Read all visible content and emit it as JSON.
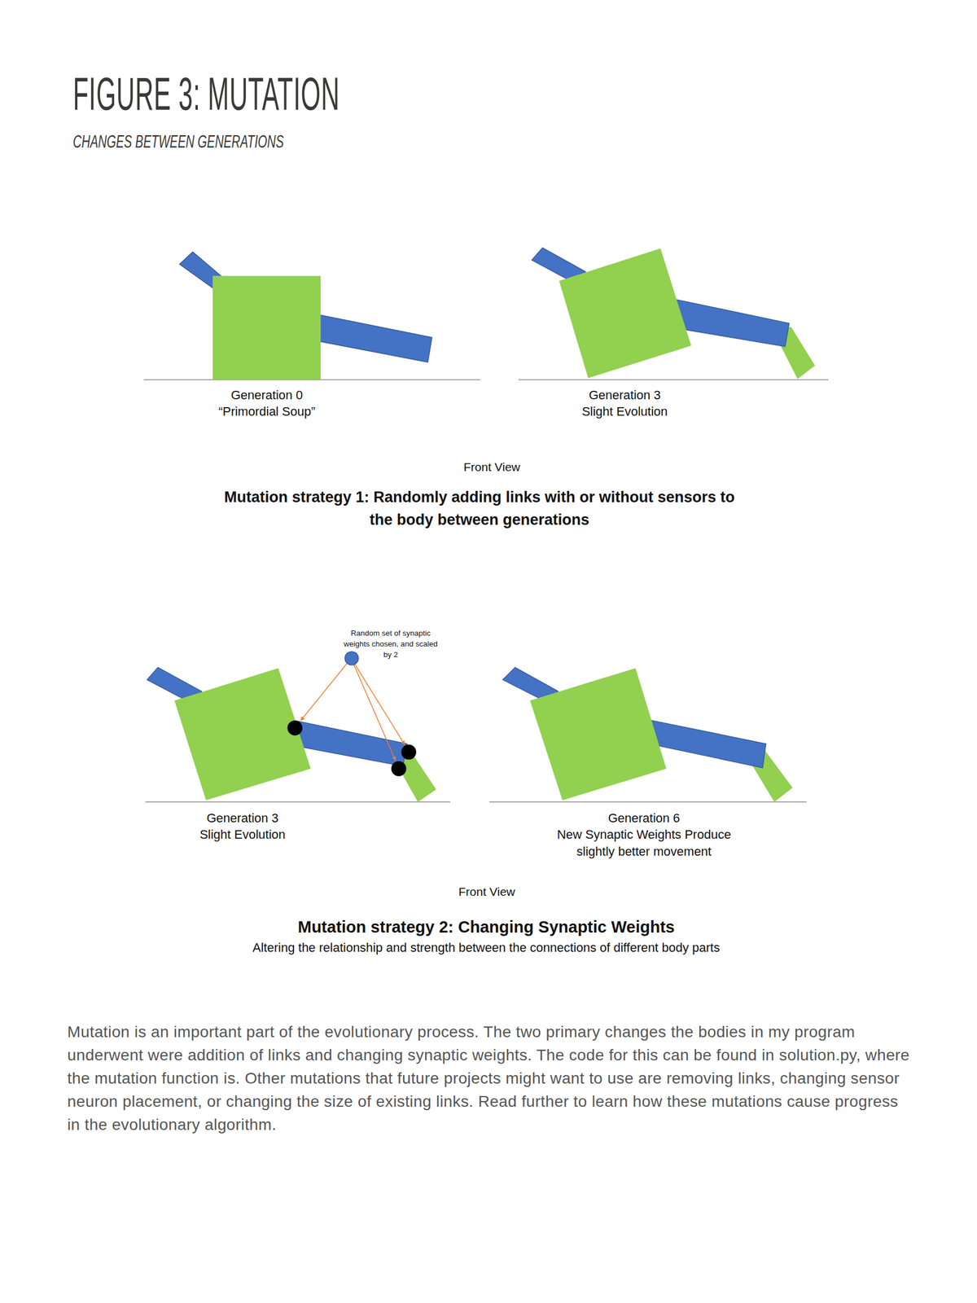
{
  "diagram": {
    "title": "FIGURE 3: MUTATION",
    "nodes": [
      {
        "text": [
          "Random set of synaptic weights chosen, and scaled by 2"
        ]
      }
    ],
    "labels": [
      "CHANGES BETWEEN GENERATIONS",
      "Generation 0",
      "“Primordial Soup”",
      "Generation 3",
      "Slight Evolution",
      "Front View",
      "Mutation strategy 1: Randomly adding links with or without sensors to the body between generations",
      "Generation 3",
      "Slight Evolution",
      "Generation 6",
      "New Synaptic Weights Produce slightly better movement",
      "Front View",
      "Mutation strategy 2: Changing Synaptic Weights",
      "Altering the relationship and strength between the connections of different body parts",
      "Mutation is an important part of the evolutionary process. The two primary changes the bodies in my program underwent were addition of links and changing synaptic weights. The code for this can be found in solution.py, where the mutation function is. Other mutations that future projects might want to use are removing links, changing sensor neuron placement, or changing the size of existing links. Read further to learn how these mutations cause progress in the evolutionary algorithm."
    ]
  }
}
